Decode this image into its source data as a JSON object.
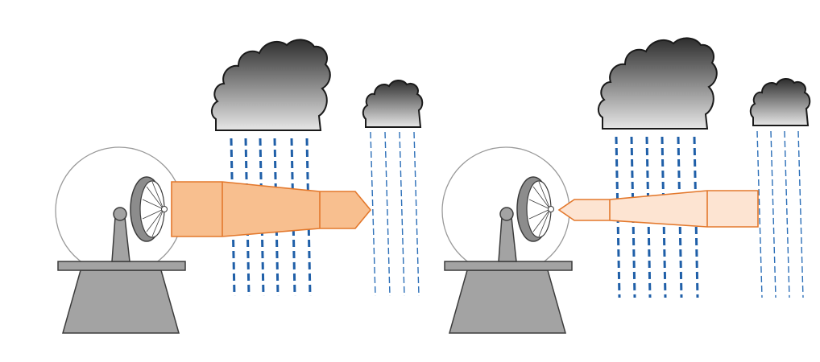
{
  "colors": {
    "background": "#ffffff",
    "cloud_top": "#2e2e2e",
    "cloud_bottom": "#e6e6e6",
    "cloud_outline": "#1a1a1a",
    "rain_heavy": "#1f5fa8",
    "rain_light": "#2c6fb8",
    "radome_outline": "#9a9a9a",
    "structure_fill": "#a3a3a3",
    "structure_outline": "#3c3c3c",
    "beam_transmit_fill": "#f8bf8f",
    "beam_return_fill": "#fde4d2",
    "beam_outline": "#e3782c"
  },
  "panels": [
    {
      "id": "transmit",
      "beam_direction": "outgoing",
      "beam_intensity": "strong",
      "icons": [
        "radar-tower-icon",
        "radome-icon",
        "dish-antenna-icon",
        "heavy-rain-cloud-icon",
        "light-rain-cloud-icon",
        "beam-arrow-icon"
      ]
    },
    {
      "id": "return",
      "beam_direction": "incoming",
      "beam_intensity": "weak",
      "icons": [
        "radar-tower-icon",
        "radome-icon",
        "dish-antenna-icon",
        "heavy-rain-cloud-icon",
        "light-rain-cloud-icon",
        "beam-arrow-icon"
      ]
    }
  ]
}
